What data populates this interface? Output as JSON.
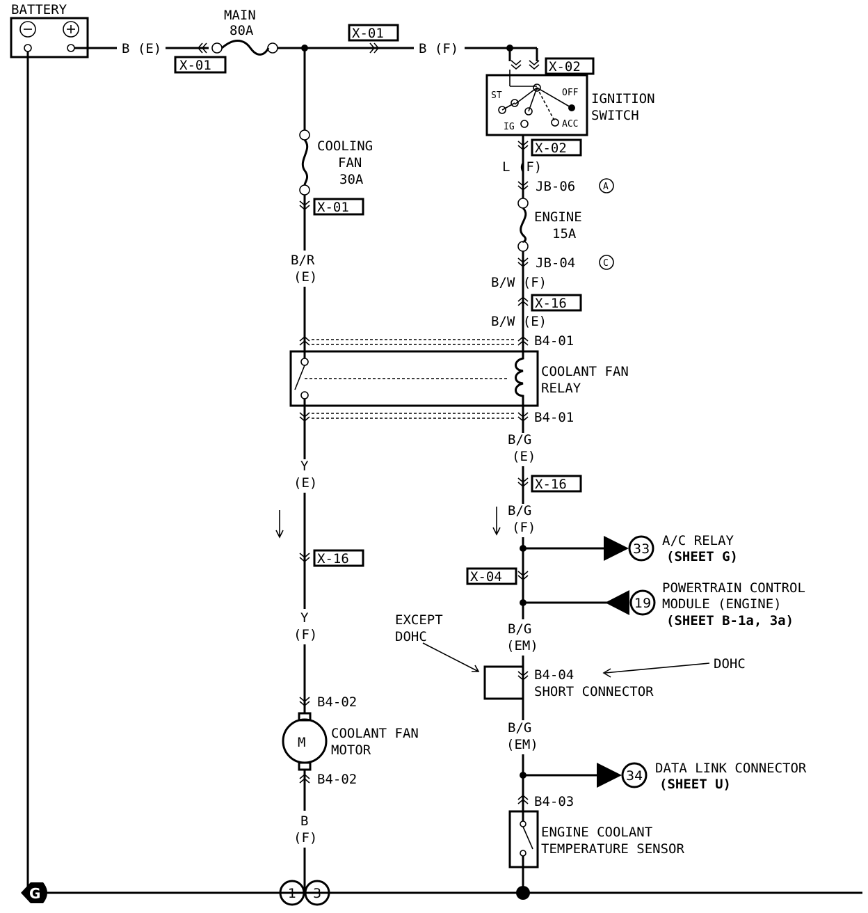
{
  "battery": {
    "label": "BATTERY",
    "neg": "−",
    "pos": "+"
  },
  "main_fuse": {
    "line1": "MAIN",
    "line2": "80A"
  },
  "cooling_fuse": {
    "line1": "COOLING",
    "line2": "FAN",
    "line3": "30A"
  },
  "engine_fuse": {
    "line1": "ENGINE",
    "line2": "15A"
  },
  "wires": {
    "b_e": "B (E)",
    "b_f": "B (F)",
    "l_f": "L (F)",
    "br": "B/R",
    "br_e": "(E)",
    "bw_f": "B/W (F)",
    "bw_e": "B/W (E)",
    "bg1": "B/G",
    "bg1_e": "(E)",
    "bg2": "B/G",
    "bg2_f": "(F)",
    "bg3": "B/G",
    "bg3_em": "(EM)",
    "bg4": "B/G",
    "bg4_em": "(EM)",
    "y1": "Y",
    "y1_e": "(E)",
    "y2": "Y",
    "y2_f": "(F)",
    "b": "B",
    "b_f2": "(F)"
  },
  "connectors": {
    "x01_a": "X-01",
    "x01_b": "X-01",
    "x01_c": "X-01",
    "x02_a": "X-02",
    "x02_b": "X-02",
    "jb06": "JB-06",
    "jb06_mark": "A",
    "jb04": "JB-04",
    "jb04_mark": "C",
    "x16_a": "X-16",
    "b401_a": "B4-01",
    "b401_b": "B4-01",
    "x16_b": "X-16",
    "x16_c": "X-16",
    "x04": "X-04",
    "b404": "B4-04",
    "b402_a": "B4-02",
    "b402_b": "B4-02",
    "b403": "B4-03"
  },
  "ignition": {
    "label1": "IGNITION",
    "label2": "SWITCH",
    "st": "ST",
    "ig": "IG",
    "off": "OFF",
    "acc": "ACC"
  },
  "relay": {
    "label1": "COOLANT FAN",
    "label2": "RELAY"
  },
  "motor": {
    "symbol": "M",
    "label1": "COOLANT FAN",
    "label2": "MOTOR"
  },
  "short_connector": {
    "label": "SHORT CONNECTOR",
    "except1": "EXCEPT",
    "except2": "DOHC",
    "dohc": "DOHC"
  },
  "sensor": {
    "label1": "ENGINE COOLANT",
    "label2": "TEMPERATURE SENSOR"
  },
  "refs": {
    "ac": {
      "num": "33",
      "line1": "A/C RELAY",
      "line2": "(SHEET G)"
    },
    "pcm": {
      "num": "19",
      "line1": "POWERTRAIN CONTROL",
      "line2": "MODULE (ENGINE)",
      "line3": "(SHEET B-1a, 3a)"
    },
    "dlc": {
      "num": "34",
      "line1": "DATA LINK CONNECTOR",
      "line2": "(SHEET U)"
    }
  },
  "grounds": {
    "g": "G",
    "g1": "1",
    "g3": "3"
  }
}
